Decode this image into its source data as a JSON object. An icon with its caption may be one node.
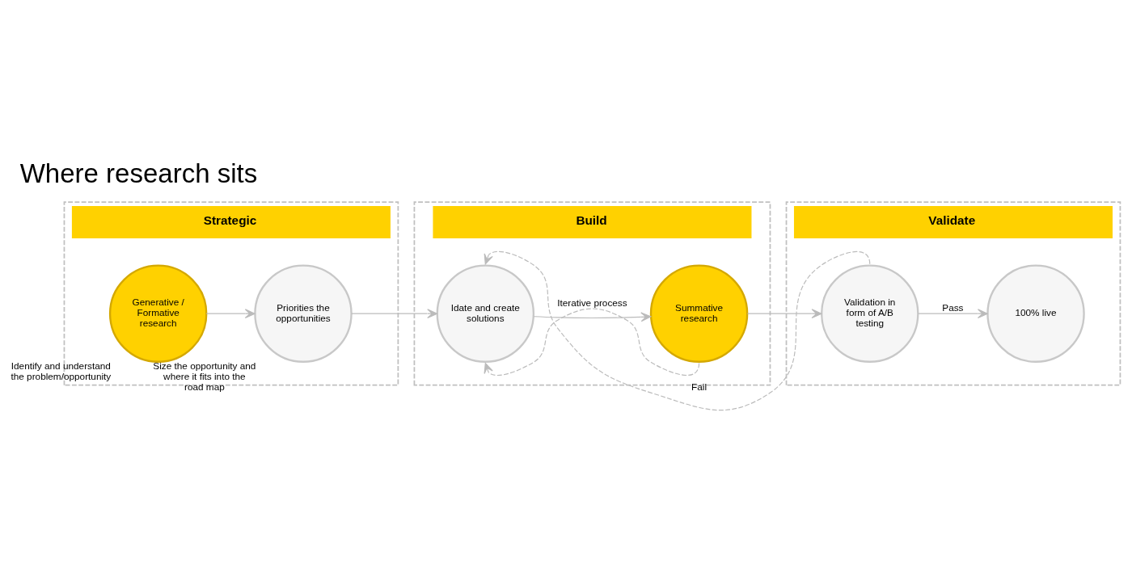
{
  "diagram": {
    "title": "Where research sits",
    "nodes": [
      {
        "text": [
          "Strategic"
        ]
      },
      {
        "text": [
          "Generative / Formative research"
        ],
        "in": 0,
        "beside": [
          "Identify and understand the problem/opportunity"
        ]
      },
      {
        "text": [
          "Priorities the opportunities"
        ],
        "in": 0,
        "beside": [
          "Size the opportunity and where it fits into the road map"
        ]
      },
      {
        "text": [
          "Build"
        ]
      },
      {
        "text": [
          "Idate and create solutions"
        ],
        "in": 3
      },
      {
        "text": [
          "Summative research"
        ],
        "in": 3
      },
      {
        "text": [
          "Validate"
        ]
      },
      {
        "text": [
          "Validation in form of A/B testing"
        ],
        "in": 6
      },
      {
        "text": [
          "100% live"
        ],
        "in": 6
      }
    ],
    "edges": [
      {
        "from": 1,
        "to": 2,
        "arrow": "to"
      },
      {
        "from": 2,
        "to": 4,
        "arrow": "to"
      },
      {
        "from": 4,
        "to": 5,
        "arrow": "to"
      },
      {
        "from": 5,
        "to": 4,
        "arrow": "to",
        "label": "Iterative process",
        "style": "dashed"
      },
      {
        "from": 5,
        "to": 7,
        "arrow": "to"
      },
      {
        "from": 7,
        "to": 4,
        "arrow": "to",
        "label": "Fail",
        "style": "dashed"
      },
      {
        "from": 7,
        "to": 8,
        "arrow": "to",
        "label": "Pass"
      }
    ]
  }
}
